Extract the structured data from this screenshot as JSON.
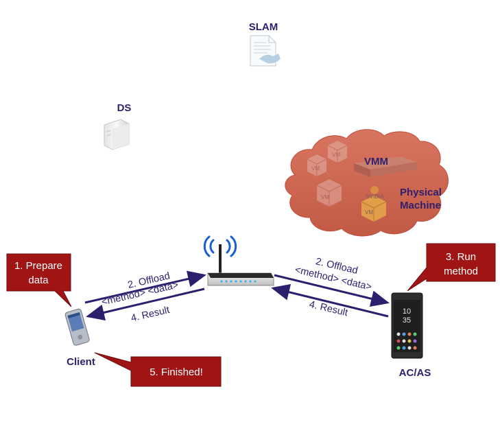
{
  "nodes": {
    "slam": "SLAM",
    "ds": "DS",
    "vmm": "VMM",
    "physical_machine_line1": "Physical",
    "physical_machine_line2": "Machine",
    "client": "Client",
    "acas": "AC/AS",
    "vm": "VM",
    "phone_time": "10",
    "phone_time2": "35",
    "nvidia": "NVIDIA"
  },
  "edges": {
    "left_offload_line1": "2. Offload",
    "left_offload_line2": "<method> <data>",
    "left_result": "4. Result",
    "right_offload_line1": "2. Offload",
    "right_offload_line2": "<method> <data>",
    "right_result": "4. Result"
  },
  "callouts": {
    "prepare_line1": "1. Prepare",
    "prepare_line2": "data",
    "run_line1": "3. Run",
    "run_line2": "method",
    "finished": "5. Finished!"
  },
  "colors": {
    "callout_fill": "#a01414",
    "arrow": "#2e1f6e",
    "cloud": "#cf6a55",
    "label": "#2e1f6e",
    "wifi": "#1a5fd1"
  }
}
